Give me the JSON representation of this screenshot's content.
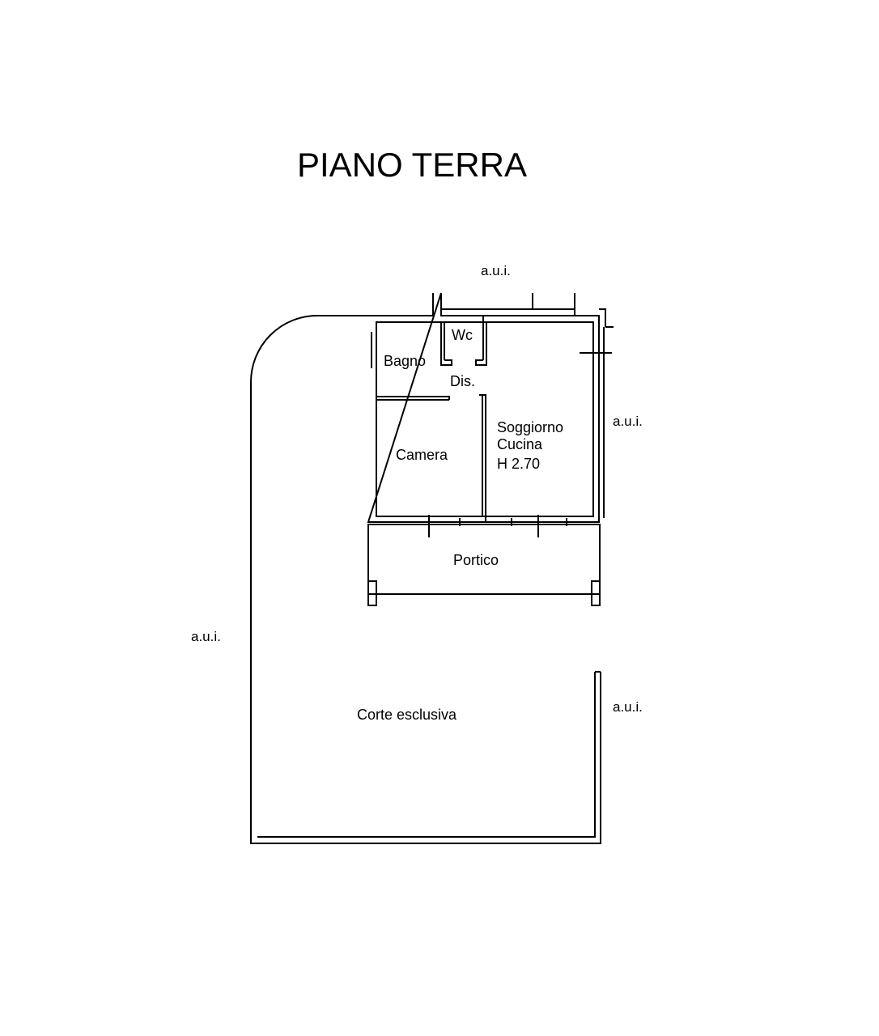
{
  "title": "PIANO TERRA",
  "neighbor_label": "a.u.i.",
  "rooms": {
    "wc": "Wc",
    "bagno": "Bagno",
    "dis": "Dis.",
    "soggiorno": "Soggiorno",
    "cucina": "Cucina",
    "height": "H 2.70",
    "camera": "Camera",
    "portico": "Portico",
    "corte": "Corte esclusiva"
  }
}
